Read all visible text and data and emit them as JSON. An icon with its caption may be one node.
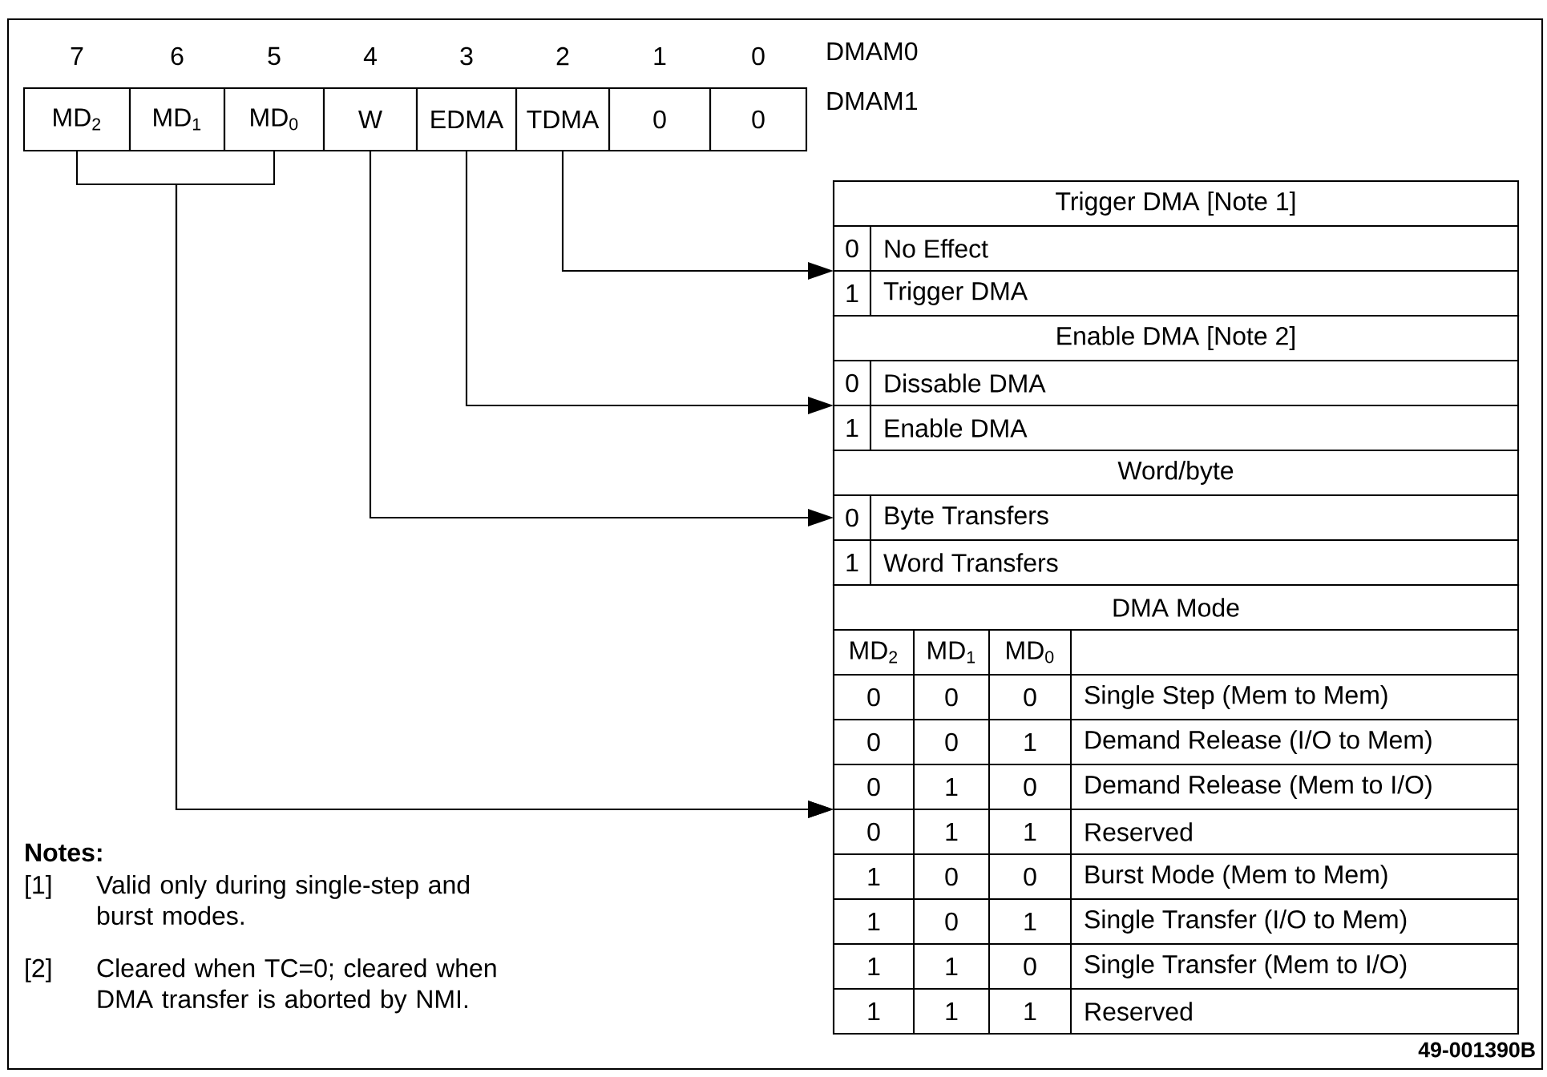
{
  "diagram": {
    "nodes": [
      {
        "text": [
          "MD$_{2}$"
        ],
        "beside": [
          "7"
        ]
      },
      {
        "text": [
          "MD$_{1}$"
        ],
        "beside": [
          "6"
        ]
      },
      {
        "text": [
          "MD$_{0}$"
        ],
        "beside": [
          "5"
        ]
      },
      {
        "text": [
          "W"
        ],
        "beside": [
          "4"
        ]
      },
      {
        "text": [
          "EDMA"
        ],
        "beside": [
          "3"
        ]
      },
      {
        "text": [
          "TDMA"
        ],
        "beside": [
          "2"
        ]
      },
      {
        "text": [
          "0"
        ],
        "beside": [
          "1"
        ]
      },
      {
        "text": [
          "0"
        ],
        "beside": [
          "0"
        ]
      },
      {
        "text": [
          "Trigger DMA [Note 1]",
          "0",
          "No Effect",
          "1",
          "Trigger DMA"
        ]
      },
      {
        "text": [
          "Enable DMA [Note 2]",
          "0",
          "Dissable DMA",
          "1",
          "Enable DMA"
        ]
      },
      {
        "text": [
          "Word/byte",
          "0",
          "Byte Transfers",
          "1",
          "Word Transfers"
        ]
      },
      {
        "text": [
          "DMA Mode",
          "MD$_{2}$",
          "MD$_{1}$",
          "MD$_{0}$",
          "0",
          "0",
          "0",
          "Single Step (Mem to Mem)",
          "0",
          "0",
          "1",
          "Demand Release (I/O to Mem)",
          "0",
          "1",
          "0",
          "Demand Release (Mem to I/O)",
          "0",
          "1",
          "1",
          "Reserved",
          "1",
          "0",
          "0",
          "Burst Mode (Mem to Mem)",
          "1",
          "0",
          "1",
          "Single Transfer (I/O to Mem)",
          "1",
          "1",
          "0",
          "Single Transfer (Mem to I/O)",
          "1",
          "1",
          "1",
          "Reserved"
        ]
      }
    ],
    "edges": [
      {
        "from": 5,
        "to": 8,
        "arrow": "to"
      },
      {
        "from": 4,
        "to": 9,
        "arrow": "to"
      },
      {
        "from": 3,
        "to": 10,
        "arrow": "to"
      },
      {
        "from": 0,
        "to": 11,
        "arrow": "to"
      },
      {
        "from": 2,
        "to": 11,
        "arrow": "to"
      }
    ],
    "labels": [
      "DMAM0",
      "DMAM1",
      "Notes:",
      "[1]",
      "Valid only during single-step and burst modes.",
      "[2]",
      "Cleared when TC=0; cleared when DMA transfer is aborted by NMI.",
      "49-001390B"
    ]
  }
}
